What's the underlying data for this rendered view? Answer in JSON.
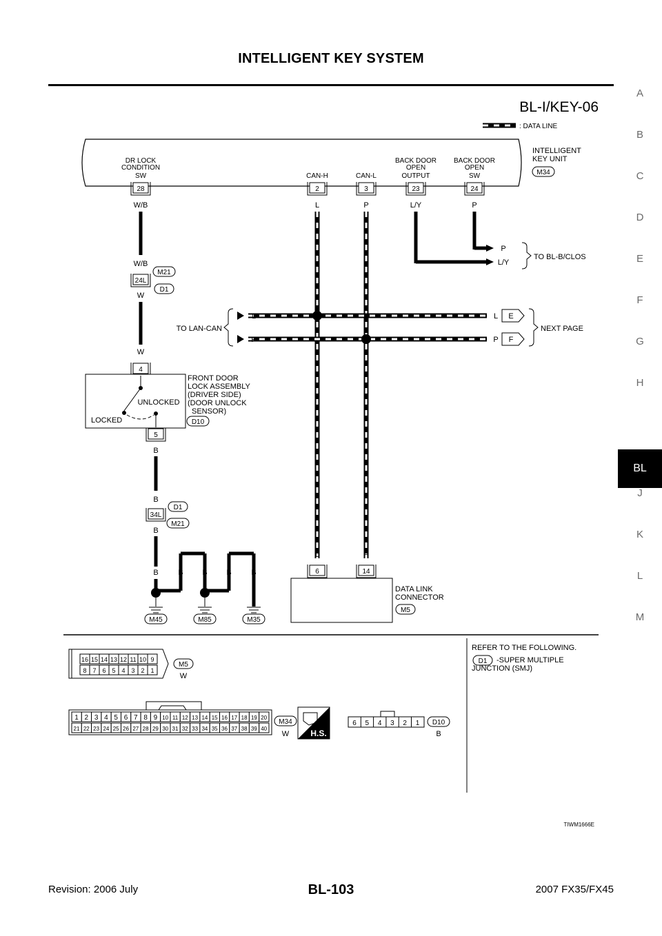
{
  "header": {
    "title": "INTELLIGENT KEY SYSTEM"
  },
  "side_tabs": [
    "A",
    "B",
    "C",
    "D",
    "E",
    "F",
    "G",
    "H",
    "BL",
    "J",
    "K",
    "L",
    "M"
  ],
  "active_tab": "BL",
  "diagram": {
    "code": "BL-I/KEY-06",
    "legend": ": DATA LINE",
    "unit_label": [
      "INTELLIGENT",
      "KEY UNIT"
    ],
    "unit_connector": "M34",
    "terminals": [
      {
        "name": [
          "DR LOCK",
          "CONDITION",
          "SW"
        ],
        "pin": "28",
        "wire": "W/B"
      },
      {
        "name": [
          "CAN-H"
        ],
        "pin": "2",
        "wire": "L"
      },
      {
        "name": [
          "CAN-L"
        ],
        "pin": "3",
        "wire": "P"
      },
      {
        "name": [
          "BACK DOOR",
          "OPEN",
          "OUTPUT"
        ],
        "pin": "23",
        "wire": "L/Y"
      },
      {
        "name": [
          "BACK DOOR",
          "OPEN",
          "SW"
        ],
        "pin": "24",
        "wire": "P"
      }
    ],
    "to_bl_b_clos": {
      "wires": [
        "P",
        "L/Y"
      ],
      "label": "TO BL-B/CLOS"
    },
    "joint_top": {
      "wire_in": "W/B",
      "pin": "24L",
      "conn_a": "M21",
      "conn_b": "D1",
      "wire_out": "W"
    },
    "wire_w_lower": "W",
    "lan_can": {
      "label": "TO LAN-CAN",
      "wires": [
        "L",
        "P"
      ],
      "next_page": "NEXT PAGE",
      "marks": [
        "E",
        "F"
      ],
      "wires_right": [
        "L",
        "P"
      ]
    },
    "door_lock": {
      "pin_top": "4",
      "pin_bottom": "5",
      "label": [
        "FRONT DOOR",
        "LOCK ASSEMBLY",
        "(DRIVER SIDE)",
        "(DOOR UNLOCK",
        "SENSOR)"
      ],
      "connector": "D10",
      "unlocked": "UNLOCKED",
      "locked": "LOCKED"
    },
    "wire_b": "B",
    "joint_bottom": {
      "wire_in": "B",
      "pin": "34L",
      "conn_a": "D1",
      "conn_b": "M21",
      "wire_out": "B"
    },
    "grounds": {
      "wires": [
        "B",
        "B",
        "B",
        "B",
        "B"
      ],
      "connectors": [
        "M45",
        "M85",
        "M35"
      ]
    },
    "dlc": {
      "wires": [
        "L",
        "P"
      ],
      "pins": [
        "6",
        "14"
      ],
      "label": [
        "DATA LINK",
        "CONNECTOR"
      ],
      "connector": "M5"
    },
    "connector_views": {
      "m5": {
        "id": "M5",
        "color": "W",
        "row1": [
          "16",
          "15",
          "14",
          "13",
          "12",
          "11",
          "10",
          "9"
        ],
        "row2": [
          "8",
          "7",
          "6",
          "5",
          "4",
          "3",
          "2",
          "1"
        ]
      },
      "m34": {
        "id": "M34",
        "color": "W",
        "row1": [
          "1",
          "2",
          "3",
          "4",
          "5",
          "6",
          "7",
          "8",
          "9",
          "10",
          "11",
          "12",
          "13",
          "14",
          "15",
          "16",
          "17",
          "18",
          "19",
          "20"
        ],
        "row2": [
          "21",
          "22",
          "23",
          "24",
          "25",
          "26",
          "27",
          "28",
          "29",
          "30",
          "31",
          "32",
          "33",
          "34",
          "35",
          "36",
          "37",
          "38",
          "39",
          "40"
        ]
      },
      "hs": "H.S.",
      "d10": {
        "id": "D10",
        "color": "B",
        "pins": [
          "6",
          "5",
          "4",
          "3",
          "2",
          "1"
        ]
      }
    },
    "refer": {
      "title": "REFER TO THE FOLLOWING.",
      "conn": "D1",
      "text1": "-SUPER MULTIPLE",
      "text2": "JUNCTION (SMJ)"
    },
    "figure_id": "TIWM1666E"
  },
  "footer": {
    "left": "Revision: 2006 July",
    "center": "BL-103",
    "right": "2007 FX35/FX45"
  }
}
